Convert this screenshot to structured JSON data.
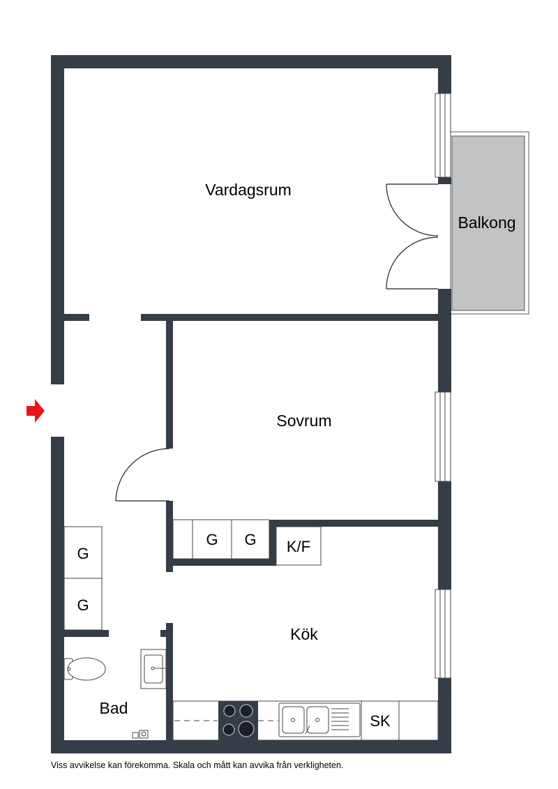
{
  "rooms": {
    "living_room": "Vardagsrum",
    "balcony": "Balkong",
    "bedroom": "Sovrum",
    "kitchen": "Kök",
    "bathroom": "Bad"
  },
  "fixtures": {
    "wardrobe": "G",
    "fridge_freezer": "K/F",
    "dishwasher": "SK"
  },
  "entrance_marker": {
    "color": "#e8131b",
    "icon": "entrance-arrow-icon"
  },
  "colors": {
    "wall": "#343d48",
    "balcony": "#c2c3c5"
  },
  "disclaimer": "Viss avvikelse kan förekomma. Skala och mått kan avvika från verkligheten."
}
